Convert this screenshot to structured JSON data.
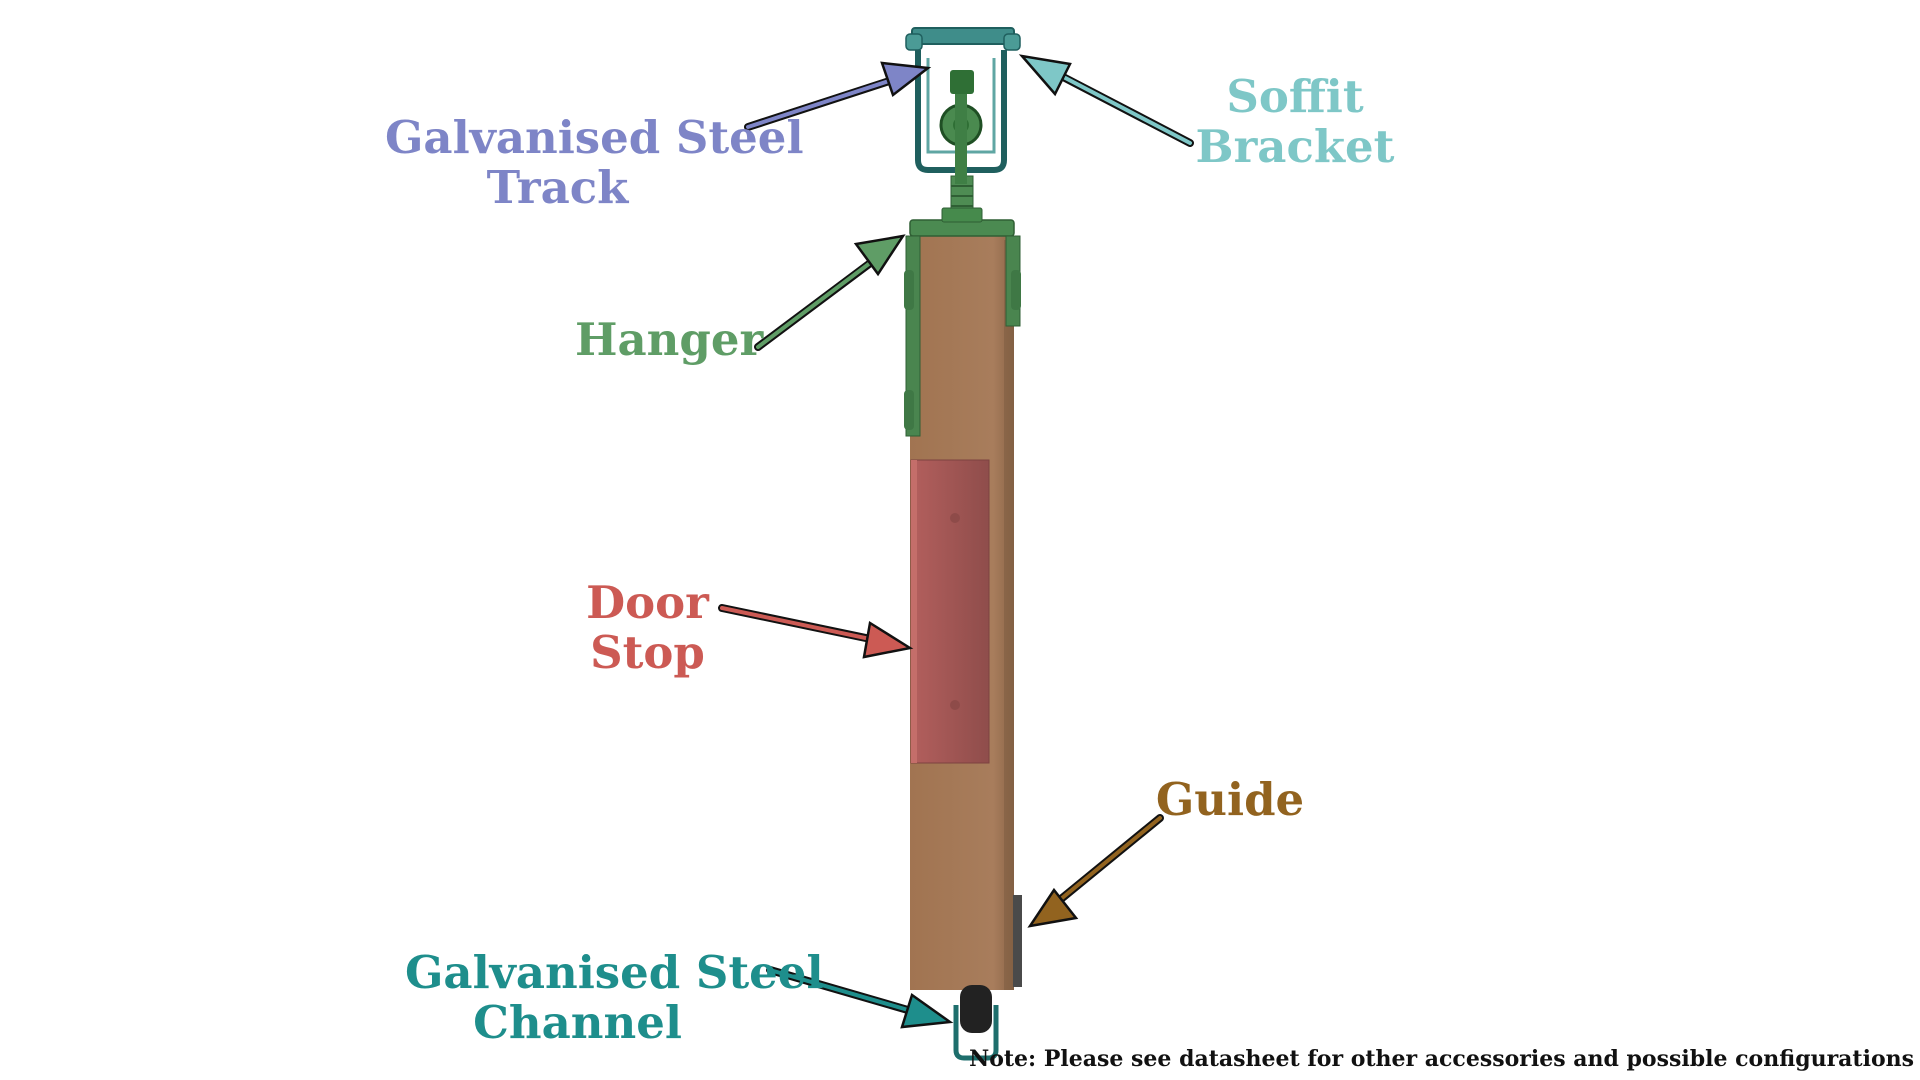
{
  "labels": {
    "track": [
      "Galvanised Steel",
      "Track"
    ],
    "soffit": [
      "Soffit",
      "Bracket"
    ],
    "hanger": [
      "Hanger"
    ],
    "door_stop": [
      "Door",
      "Stop"
    ],
    "guide": [
      "Guide"
    ],
    "channel": [
      "Galvanised Steel",
      "Channel"
    ]
  },
  "note": "Note: Please see datasheet for other accessories and possible configurations",
  "colors": {
    "track": "#7e85c7",
    "soffit": "#7ec7c7",
    "hanger": "#5f9d66",
    "door_stop": "#cc5a54",
    "guide": "#92631f",
    "channel": "#1e8e8c",
    "door": "#a6795a",
    "hardware": "#4f8a52"
  }
}
